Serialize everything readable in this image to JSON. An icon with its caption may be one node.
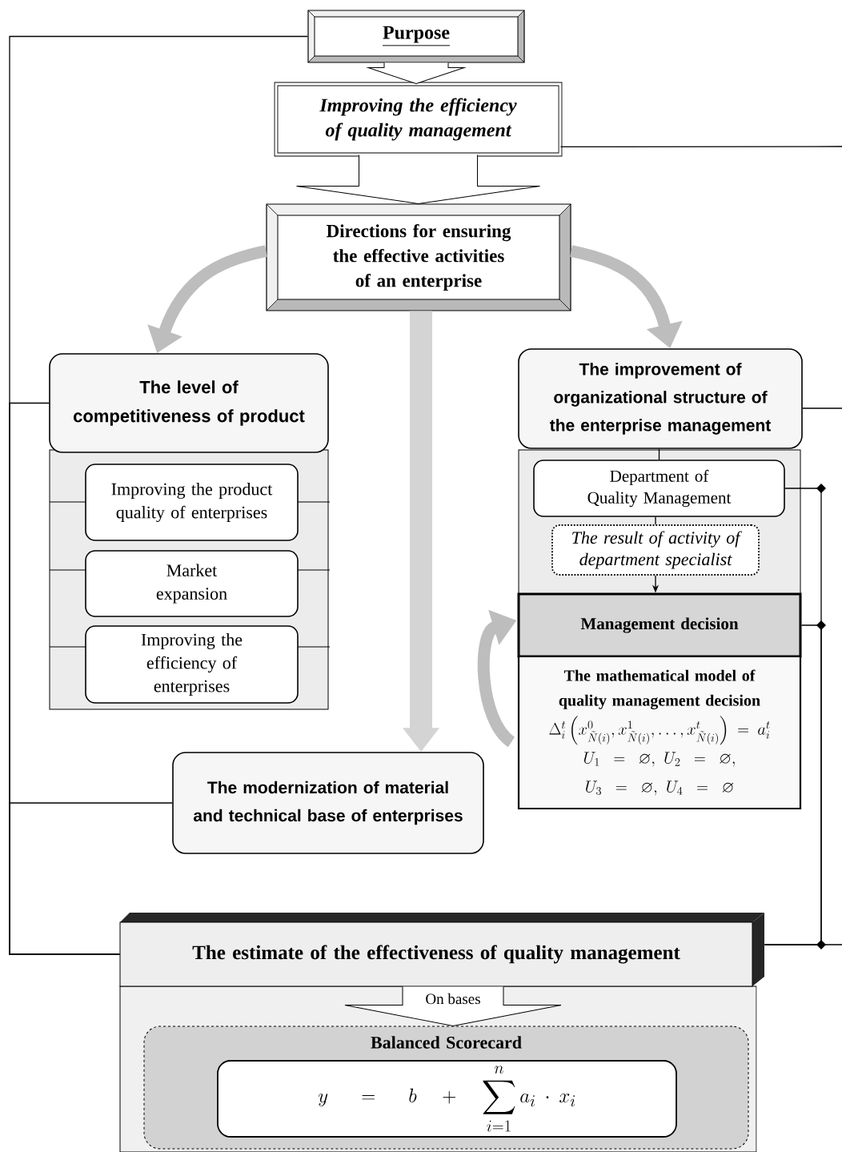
{
  "diagram": {
    "nodes": [
      {
        "text": [
          "Purpose"
        ]
      },
      {
        "text": [
          "Improving the efficiency of quality management"
        ]
      },
      {
        "text": [
          "Directions for ensuring the effective activities of an enterprise"
        ]
      },
      {
        "text": [
          "The level of competitiveness of product"
        ]
      },
      {
        "text": [
          "Improving the product quality of enterprises"
        ]
      },
      {
        "text": [
          "Market expansion"
        ]
      },
      {
        "text": [
          "Improving the efficiency of enterprises"
        ]
      },
      {
        "text": [
          "The modernization of material and technical base of enterprises"
        ]
      },
      {
        "text": [
          "The improvement of organizational structure of the enterprise management"
        ]
      },
      {
        "text": [
          "Department of Quality Management"
        ]
      },
      {
        "text": [
          "The result of activity of department specialist"
        ]
      },
      {
        "text": [
          "Management decision"
        ]
      },
      {
        "text": [
          "The mathematical model of quality management decision",
          "\\Delta_i^t\\left(x^0_{\\tilde{N}(i)}, x^1_{\\tilde{N}(i)}, \\ldots, x^t_{\\tilde{N}(i)}\\right) = a_i^t",
          "U_1 = \\varnothing,\\ U_2 = \\varnothing,",
          "U_3 = \\varnothing,\\ U_4 = \\varnothing"
        ]
      },
      {
        "text": [
          "The estimate of the effectiveness of quality management"
        ]
      },
      {
        "text": [
          "Balanced Scorecard"
        ]
      },
      {
        "text": [
          "y \\;=\\; b \\;+\\; \\sum_{i=1}^{n} a_i \\cdot x_i"
        ],
        "in": 14
      }
    ],
    "edges": [
      {
        "from": 0,
        "to": 1,
        "arrow": "to"
      },
      {
        "from": 1,
        "to": 2,
        "arrow": "to"
      },
      {
        "from": 2,
        "to": 3,
        "arrow": "to",
        "style": "thick",
        "color": "#bdbdbd"
      },
      {
        "from": 2,
        "to": 8,
        "arrow": "to",
        "style": "thick",
        "color": "#bdbdbd"
      },
      {
        "from": 2,
        "to": 7,
        "arrow": "to",
        "style": "thick",
        "color": "#d4d4d4"
      },
      {
        "from": 8,
        "to": 9,
        "arrow": "none"
      },
      {
        "from": 9,
        "to": 10,
        "arrow": "none"
      },
      {
        "from": 10,
        "to": 11,
        "arrow": "to"
      },
      {
        "from": 12,
        "to": 11,
        "arrow": "to",
        "style": "thick",
        "color": "#bdbdbd"
      },
      {
        "from": 0,
        "to": 13,
        "arrow": "none"
      },
      {
        "from": 3,
        "to": 13,
        "arrow": "none"
      },
      {
        "from": 7,
        "to": 13,
        "arrow": "none"
      },
      {
        "from": 1,
        "to": null,
        "arrow": "none"
      },
      {
        "from": 8,
        "to": null,
        "arrow": "none"
      },
      {
        "from": 13,
        "to": null,
        "arrow": "none"
      },
      {
        "from": 9,
        "to": 13,
        "arrow": "none"
      },
      {
        "from": 11,
        "to": 13,
        "arrow": "none"
      },
      {
        "from": 13,
        "to": 14,
        "arrow": "to",
        "label": "On bases"
      }
    ]
  }
}
